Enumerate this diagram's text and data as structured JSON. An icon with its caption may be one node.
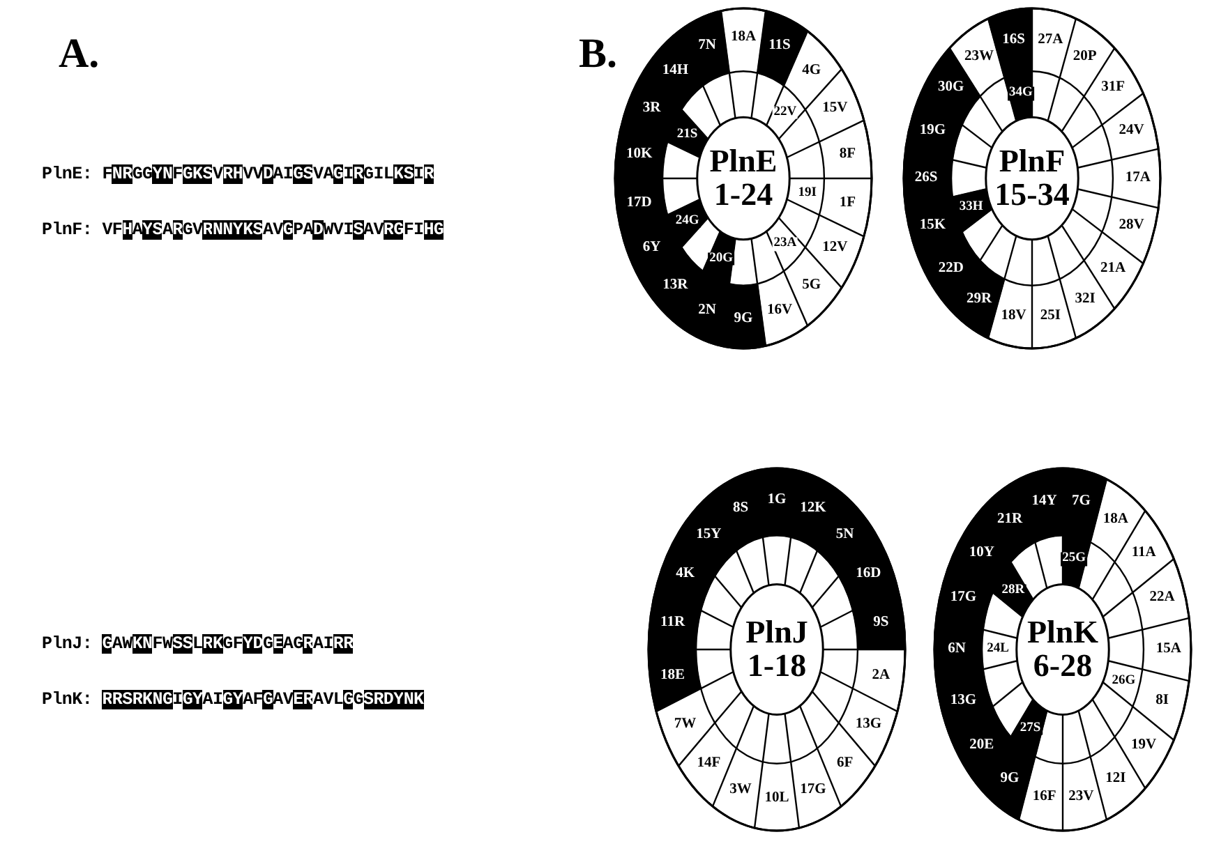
{
  "diagram": {
    "nodes": [
      {
        "text": [
          "PlnE 1-24"
        ]
      },
      {
        "text": [
          "PlnF 15-34"
        ]
      },
      {
        "text": [
          "PlnJ 1-18"
        ]
      },
      {
        "text": [
          "PlnK 6-28"
        ]
      },
      {
        "text": [
          "1F"
        ],
        "in": 0
      },
      {
        "text": [
          "2N"
        ],
        "in": 0
      },
      {
        "text": [
          "3R"
        ],
        "in": 0
      },
      {
        "text": [
          "4G"
        ],
        "in": 0
      },
      {
        "text": [
          "5G"
        ],
        "in": 0
      },
      {
        "text": [
          "6Y"
        ],
        "in": 0
      },
      {
        "text": [
          "7N"
        ],
        "in": 0
      },
      {
        "text": [
          "8F"
        ],
        "in": 0
      },
      {
        "text": [
          "9G"
        ],
        "in": 0
      },
      {
        "text": [
          "10K"
        ],
        "in": 0
      },
      {
        "text": [
          "11S"
        ],
        "in": 0
      },
      {
        "text": [
          "12V"
        ],
        "in": 0
      },
      {
        "text": [
          "13R"
        ],
        "in": 0
      },
      {
        "text": [
          "14H"
        ],
        "in": 0
      },
      {
        "text": [
          "15V"
        ],
        "in": 0
      },
      {
        "text": [
          "16V"
        ],
        "in": 0
      },
      {
        "text": [
          "17D"
        ],
        "in": 0
      },
      {
        "text": [
          "18A"
        ],
        "in": 0
      },
      {
        "text": [
          "19I"
        ],
        "in": 0
      },
      {
        "text": [
          "20G"
        ],
        "in": 0
      },
      {
        "text": [
          "21S"
        ],
        "in": 0
      },
      {
        "text": [
          "22V"
        ],
        "in": 0
      },
      {
        "text": [
          "23A"
        ],
        "in": 0
      },
      {
        "text": [
          "24G"
        ],
        "in": 0
      },
      {
        "text": [
          "15K"
        ],
        "in": 1
      },
      {
        "text": [
          "16S"
        ],
        "in": 1
      },
      {
        "text": [
          "17A"
        ],
        "in": 1
      },
      {
        "text": [
          "18V"
        ],
        "in": 1
      },
      {
        "text": [
          "19G"
        ],
        "in": 1
      },
      {
        "text": [
          "20P"
        ],
        "in": 1
      },
      {
        "text": [
          "21A"
        ],
        "in": 1
      },
      {
        "text": [
          "22D"
        ],
        "in": 1
      },
      {
        "text": [
          "23W"
        ],
        "in": 1
      },
      {
        "text": [
          "24V"
        ],
        "in": 1
      },
      {
        "text": [
          "25I"
        ],
        "in": 1
      },
      {
        "text": [
          "26S"
        ],
        "in": 1
      },
      {
        "text": [
          "27A"
        ],
        "in": 1
      },
      {
        "text": [
          "28V"
        ],
        "in": 1
      },
      {
        "text": [
          "29R"
        ],
        "in": 1
      },
      {
        "text": [
          "30G"
        ],
        "in": 1
      },
      {
        "text": [
          "31F"
        ],
        "in": 1
      },
      {
        "text": [
          "32I"
        ],
        "in": 1
      },
      {
        "text": [
          "33H"
        ],
        "in": 1
      },
      {
        "text": [
          "34G"
        ],
        "in": 1
      },
      {
        "text": [
          "1G"
        ],
        "in": 2
      },
      {
        "text": [
          "2A"
        ],
        "in": 2
      },
      {
        "text": [
          "3W"
        ],
        "in": 2
      },
      {
        "text": [
          "4K"
        ],
        "in": 2
      },
      {
        "text": [
          "5N"
        ],
        "in": 2
      },
      {
        "text": [
          "6F"
        ],
        "in": 2
      },
      {
        "text": [
          "7W"
        ],
        "in": 2
      },
      {
        "text": [
          "8S"
        ],
        "in": 2
      },
      {
        "text": [
          "9S"
        ],
        "in": 2
      },
      {
        "text": [
          "10L"
        ],
        "in": 2
      },
      {
        "text": [
          "11R"
        ],
        "in": 2
      },
      {
        "text": [
          "12K"
        ],
        "in": 2
      },
      {
        "text": [
          "13G"
        ],
        "in": 2
      },
      {
        "text": [
          "14F"
        ],
        "in": 2
      },
      {
        "text": [
          "15Y"
        ],
        "in": 2
      },
      {
        "text": [
          "16D"
        ],
        "in": 2
      },
      {
        "text": [
          "17G"
        ],
        "in": 2
      },
      {
        "text": [
          "18E"
        ],
        "in": 2
      },
      {
        "text": [
          "6N"
        ],
        "in": 3
      },
      {
        "text": [
          "7G"
        ],
        "in": 3
      },
      {
        "text": [
          "8I"
        ],
        "in": 3
      },
      {
        "text": [
          "9G"
        ],
        "in": 3
      },
      {
        "text": [
          "10Y"
        ],
        "in": 3
      },
      {
        "text": [
          "11A"
        ],
        "in": 3
      },
      {
        "text": [
          "12I"
        ],
        "in": 3
      },
      {
        "text": [
          "13G"
        ],
        "in": 3
      },
      {
        "text": [
          "14Y"
        ],
        "in": 3
      },
      {
        "text": [
          "15A"
        ],
        "in": 3
      },
      {
        "text": [
          "16F"
        ],
        "in": 3
      },
      {
        "text": [
          "17G"
        ],
        "in": 3
      },
      {
        "text": [
          "18A"
        ],
        "in": 3
      },
      {
        "text": [
          "19V"
        ],
        "in": 3
      },
      {
        "text": [
          "20E"
        ],
        "in": 3
      },
      {
        "text": [
          "21R"
        ],
        "in": 3
      },
      {
        "text": [
          "22A"
        ],
        "in": 3
      },
      {
        "text": [
          "23V"
        ],
        "in": 3
      },
      {
        "text": [
          "24L"
        ],
        "in": 3
      },
      {
        "text": [
          "25G"
        ],
        "in": 3
      },
      {
        "text": [
          "26G"
        ],
        "in": 3
      },
      {
        "text": [
          "27S"
        ],
        "in": 3
      },
      {
        "text": [
          "28R"
        ],
        "in": 3
      }
    ],
    "labels": [
      "A.",
      "B.",
      "PlnE: FNRGGYNFGKSVRHVVDAIGSVAGIRGILKSIR",
      "PlnF: VFHAYSARGVRNNYKSAVGPADWVISAVRGFIHG",
      "PlnJ: GAWKNFWSSLRKGFYDGEAGRAIRR",
      "PlnK: RRSRKNGIGYAIGYAFGAVERAVLGGSRDYNK"
    ]
  }
}
